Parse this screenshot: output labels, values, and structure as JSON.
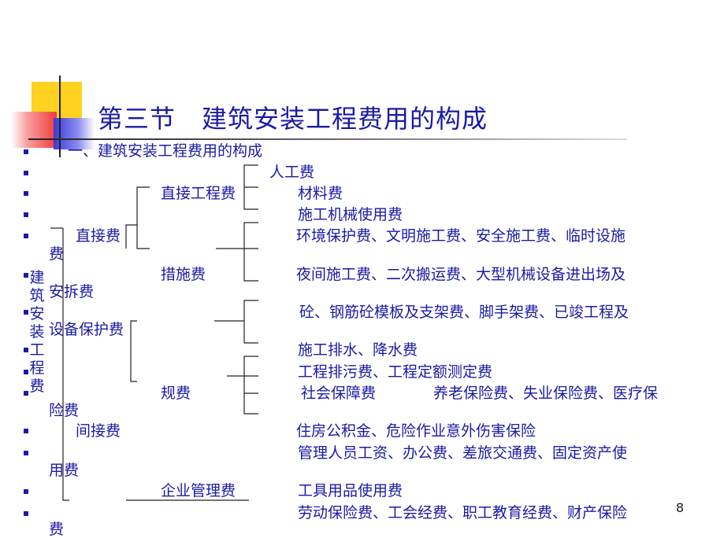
{
  "slide": {
    "title": "第三节　建筑安装工程费用的构成",
    "page_number": "8",
    "root_label": "建筑安装工程费",
    "colors": {
      "text": "#1a1aa6",
      "deco_yellow": "#ffd21f",
      "deco_red": "#f23a3a",
      "deco_blue": "#3a3ad8"
    }
  },
  "lines": {
    "heading": "一、建筑安装工程费用的构成",
    "labor": "人工费",
    "direct_engineering": "直接工程费",
    "material": "材料费",
    "machinery": "施工机械使用费",
    "direct_cost": "直接费",
    "env_protection": "环境保护费、文明施工费、安全施工费、临时设施",
    "env_cont": "费",
    "measures": "措施费",
    "night_work": "夜间施工费、二次搬运费、大型机械设备进出场及",
    "night_cont": "安拆费",
    "formwork": "砼、钢筋砼模板及支架费、脚手架费、已竣工程及",
    "formwork_cont": "设备保护费",
    "drainage": "施工排水、降水费",
    "pollution": "工程排污费、工程定额测定费",
    "fees": "规费",
    "social_security": "社会保障费",
    "insurance": "养老保险费、失业保险费、医疗保",
    "insurance_cont": "险费",
    "indirect_cost": "间接费",
    "housing_fund": "住房公积金、危险作业意外伤害保险",
    "management_wages": "管理人员工资、办公费、差旅交通费、固定资产使",
    "management_cont": "用费",
    "enterprise_mgmt": "企业管理费",
    "tools": "工具用品使用费",
    "labor_insurance": "劳动保险费、工会经费、职工教育经费、财产保险",
    "labor_insurance_cont": "费"
  }
}
